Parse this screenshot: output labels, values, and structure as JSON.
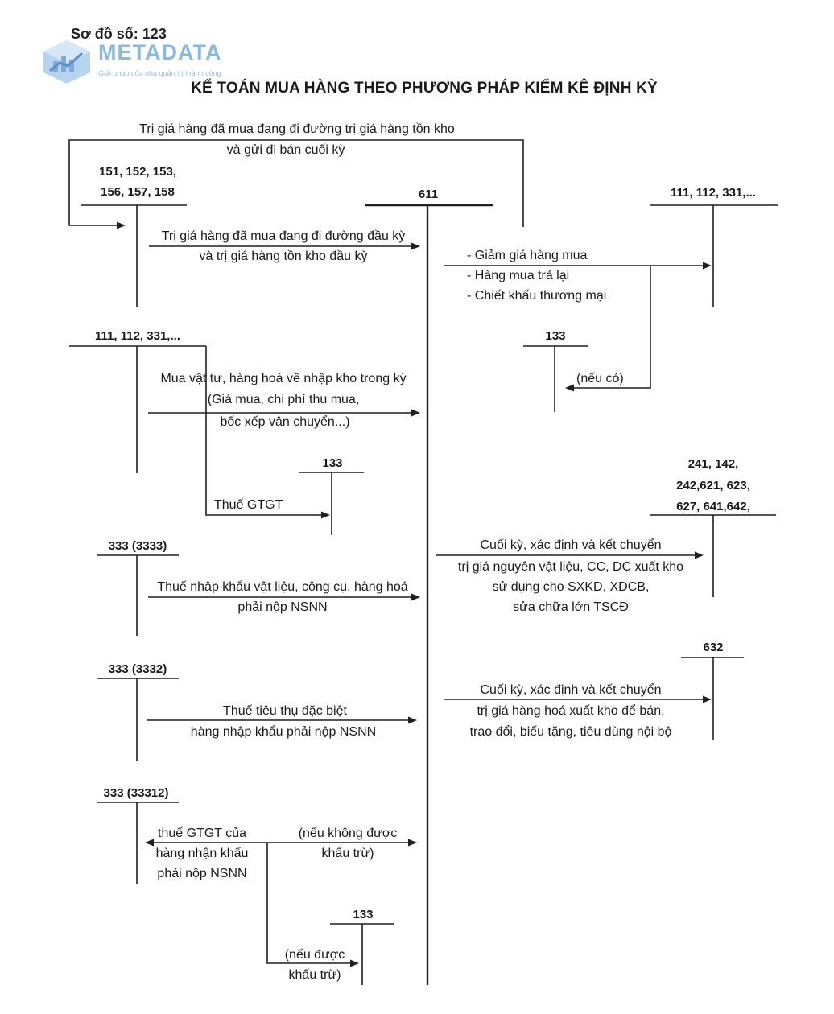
{
  "diagram_code": "Sơ đồ số: 123",
  "brand": {
    "name": "METADATA",
    "slogan": "Giải pháp của nhà quản trị thành công"
  },
  "title": "KẾ TOÁN MUA HÀNG THEO PHƯƠNG PHÁP KIỂM KÊ ĐỊNH KỲ",
  "accounts": {
    "inv_151": [
      "151, 152, 153,",
      "156, 157, 158"
    ],
    "acc_611": "611",
    "cash_top": "111, 112, 331,...",
    "cash_left": "111, 112, 331,...",
    "vat133_top": "133",
    "vat133_mid": "133",
    "alloc": [
      "241, 142,",
      "242,621, 623,",
      "627, 641,642,"
    ],
    "tax3333": "333 (3333)",
    "tax3332": "333 (3332)",
    "acc632": "632",
    "tax33312": "333 (33312)",
    "vat133_bottom": "133"
  },
  "labels": {
    "top_loop": [
      "Trị giá hàng đã mua đang đi đường trị giá hàng tồn kho",
      "và gửi đi bán cuối kỳ"
    ],
    "opening": [
      "Trị giá hàng đã mua đang đi đường đầu kỳ",
      "và trị giá hàng tồn kho đầu kỳ"
    ],
    "reductions": [
      "- Giảm giá hàng mua",
      "- Hàng mua trả lại",
      "- Chiết khấu thương mại"
    ],
    "if_any": "(nếu có)",
    "purchase": [
      "Mua vật tư, hàng hoá về nhập kho trong kỳ",
      "(Giá mua, chi phí thu mua,",
      "bốc xếp vận chuyển...)"
    ],
    "vat": "Thuế GTGT",
    "end_alloc": [
      "Cuối kỳ, xác định và kết chuyển",
      "trị giá nguyên vật liệu, CC, DC xuất kho",
      "sử dụng cho SXKD, XDCB,",
      "sửa chữa lớn TSCĐ"
    ],
    "import_tax": [
      "Thuế nhập khẩu vật liệu, công cụ, hàng hoá",
      "phải nộp NSNN"
    ],
    "end_cogs": [
      "Cuối kỳ, xác định và kết chuyển",
      "trị giá hàng hoá xuất kho để bán,",
      "trao đổi, biếu tặng, tiêu dùng nội bộ"
    ],
    "excise": [
      "Thuế tiêu thụ đặc biệt",
      "hàng nhập khẩu phải nộp NSNN"
    ],
    "import_vat": [
      "thuế GTGT của",
      "hàng nhận khẩu",
      "phải nộp NSNN"
    ],
    "not_deductible": [
      "(nếu không được",
      "khấu trừ)"
    ],
    "deductible": [
      "(nếu được",
      "khấu trừ)"
    ]
  }
}
